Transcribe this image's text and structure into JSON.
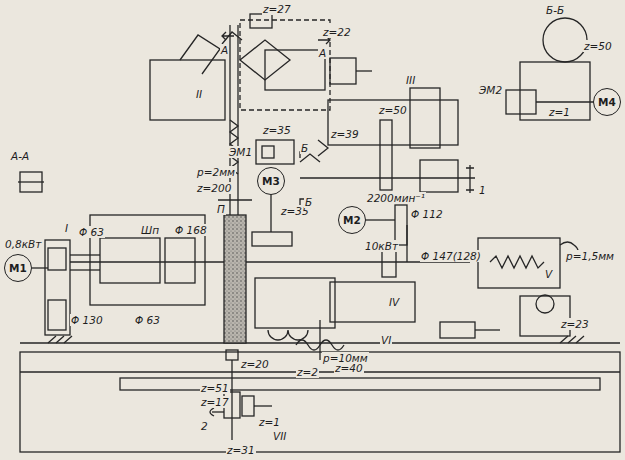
{
  "diagram": {
    "nodes": [
      {
        "text": [
          "M1"
        ]
      },
      {
        "text": [
          "M2"
        ]
      },
      {
        "text": [
          "M3"
        ]
      },
      {
        "text": [
          "M4"
        ]
      }
    ],
    "labels": [
      "z=27",
      "A",
      "z=22",
      "A",
      "II",
      "Б-Б",
      "z=50",
      "ЭМ2",
      "z=1",
      "A-A",
      "p=2мм",
      "z=200",
      "П",
      "z=35",
      "Б",
      "ЭМ1",
      "z=39",
      "z=50",
      "III",
      "1",
      "z=35",
      "Б",
      "2200мин⁻¹",
      "10кВт",
      "Φ 112",
      "Φ 147(128)",
      "I",
      "0,8кВт",
      "Φ 63",
      "Шп",
      "Φ 168",
      "Φ 130",
      "Φ 63",
      "IV",
      "V",
      "p=1,5мм",
      "z=23",
      "VI",
      "p=10мм",
      "z=2",
      "z=40",
      "z=20",
      "z=51",
      "z=17",
      "2",
      "z=1",
      "VII",
      "z=31"
    ]
  }
}
